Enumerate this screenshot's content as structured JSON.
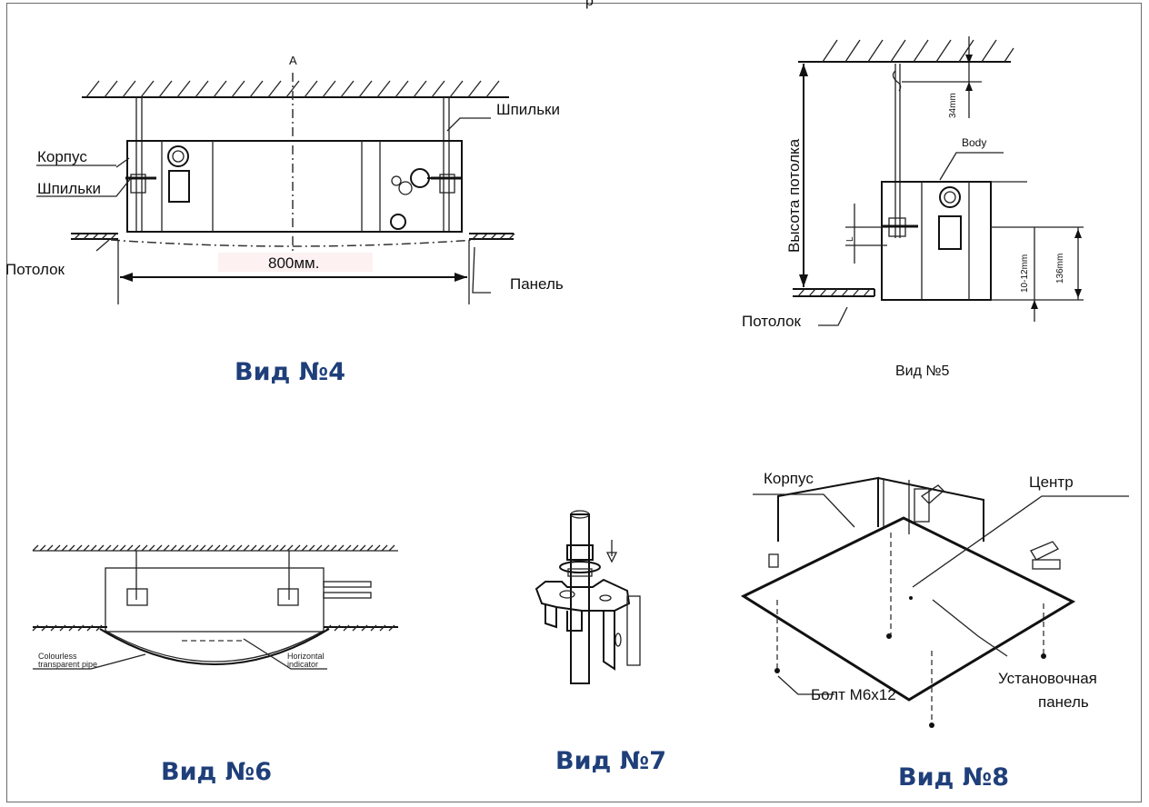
{
  "top_fragment": "р",
  "view4": {
    "caption": "Вид №4",
    "axis_mark": "A",
    "label_body": "Корпус",
    "label_studs_left": "Шпильки",
    "label_studs_right": "Шпильки",
    "label_ceiling": "Потолок",
    "label_panel": "Панель",
    "dimension": "800мм."
  },
  "view5": {
    "caption": "Вид №5",
    "label_ceiling_height": "Высота потолка",
    "label_body": "Body",
    "label_ceiling": "Потолок",
    "dim_34": "34mm",
    "dim_L": "L",
    "dim_10_12": "10-12mm",
    "dim_136": "136mm"
  },
  "view6": {
    "caption": "Вид №6",
    "label_pipe": "Colourless transparent pipe",
    "label_indicator": "Horizontal indicator"
  },
  "view7": {
    "caption": "Вид №7"
  },
  "view8": {
    "caption": "Вид №8",
    "label_body": "Корпус",
    "label_center": "Центр",
    "label_bolt": "Болт М6х12",
    "label_panel_line1": "Установочная",
    "label_panel_line2": "панель"
  }
}
